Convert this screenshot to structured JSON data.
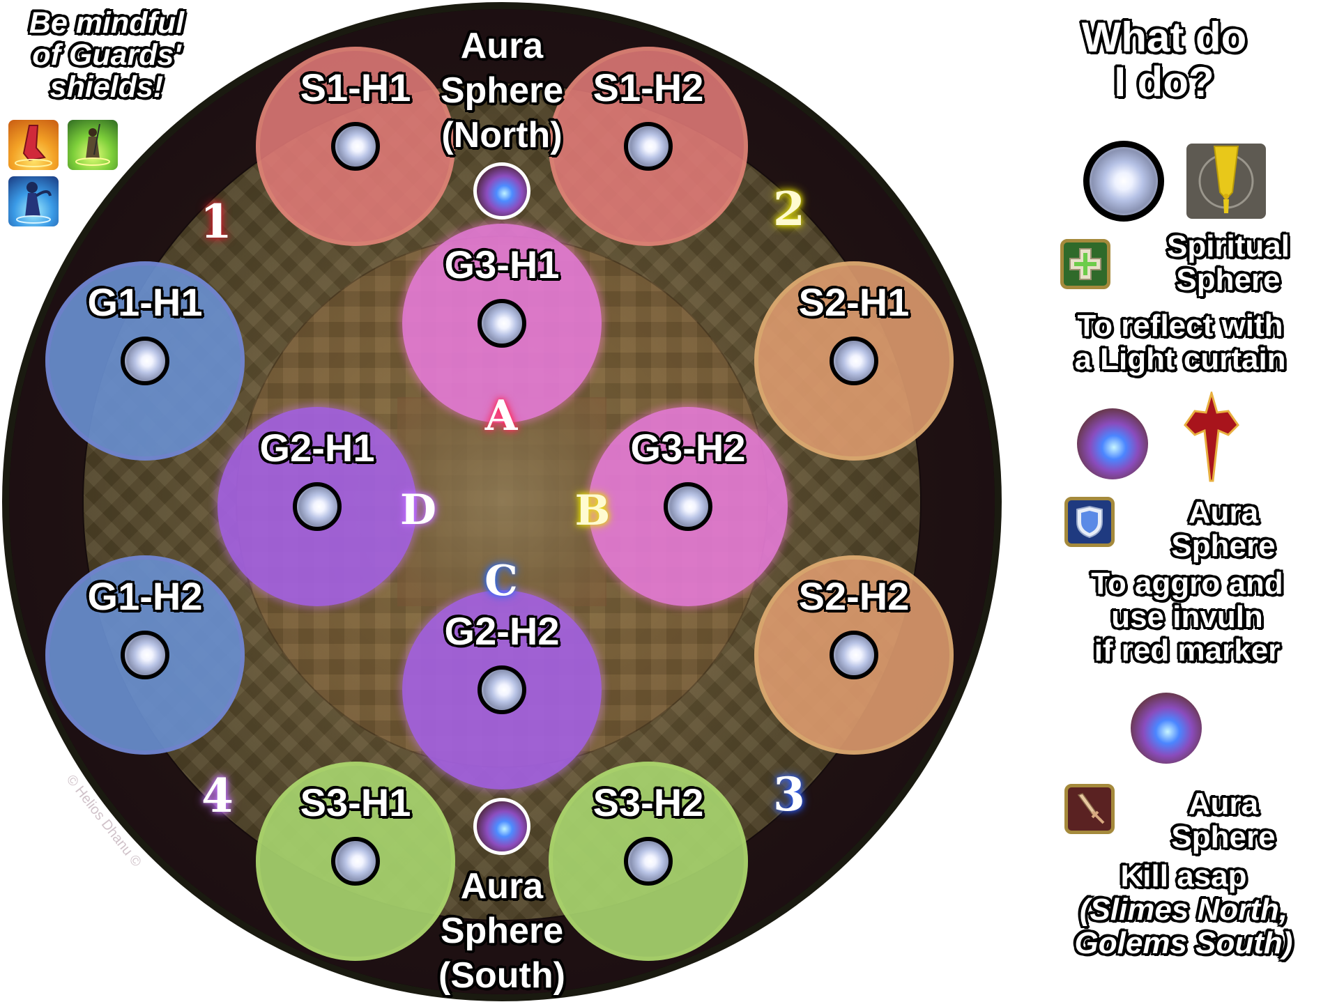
{
  "left_note": {
    "lines": [
      "Be mindful",
      "of Guards'",
      "shields!"
    ],
    "icons": [
      {
        "name": "dancer-shield-icon",
        "color": "#e8871e"
      },
      {
        "name": "green-mage-shield-icon",
        "color": "#6fbf3a"
      },
      {
        "name": "blue-dancer-shield-icon",
        "color": "#2f7fd6"
      }
    ]
  },
  "map": {
    "waymarks": [
      {
        "id": "1",
        "label": "1",
        "glow": "#d21e2e"
      },
      {
        "id": "2",
        "label": "2",
        "glow": "#e6e200"
      },
      {
        "id": "3",
        "label": "3",
        "glow": "#2a5cff"
      },
      {
        "id": "4",
        "label": "4",
        "glow": "#c070ff"
      },
      {
        "id": "A",
        "label": "A",
        "glow": "#ff2a5a"
      },
      {
        "id": "B",
        "label": "B",
        "glow": "#e6e200"
      },
      {
        "id": "C",
        "label": "C",
        "glow": "#2a6cff"
      },
      {
        "id": "D",
        "label": "D",
        "glow": "#c070ff"
      }
    ],
    "zones": [
      {
        "id": "S1-H1",
        "label": "S1-H1",
        "color": "#e07a78"
      },
      {
        "id": "S1-H2",
        "label": "S1-H2",
        "color": "#e07a78"
      },
      {
        "id": "G3-H1",
        "label": "G3-H1",
        "color": "#e27ad6"
      },
      {
        "id": "G1-H1",
        "label": "G1-H1",
        "color": "#6d92cf"
      },
      {
        "id": "S2-H1",
        "label": "S2-H1",
        "color": "#dc9a6e"
      },
      {
        "id": "G2-H1",
        "label": "G2-H1",
        "color": "#a361e0"
      },
      {
        "id": "G3-H2",
        "label": "G3-H2",
        "color": "#e27ad6"
      },
      {
        "id": "G1-H2",
        "label": "G1-H2",
        "color": "#6d92cf"
      },
      {
        "id": "S2-H2",
        "label": "S2-H2",
        "color": "#dc9a6e"
      },
      {
        "id": "G2-H2",
        "label": "G2-H2",
        "color": "#a361e0"
      },
      {
        "id": "S3-H1",
        "label": "S3-H1",
        "color": "#a6d36e"
      },
      {
        "id": "S3-H2",
        "label": "S3-H2",
        "color": "#a6d36e"
      }
    ],
    "aura_north": {
      "lines": [
        "Aura",
        "Sphere",
        "(North)"
      ]
    },
    "aura_south": {
      "lines": [
        "Aura",
        "Sphere",
        "(South)"
      ]
    },
    "watermark": "© Helios Dhanu ©"
  },
  "right_panel": {
    "title_lines": [
      "What do",
      "I do?"
    ],
    "sections": [
      {
        "role": "healer",
        "role_color": "#3a7a2e",
        "name_lines": [
          "Spiritual",
          "Sphere"
        ],
        "desc_lines": [
          "To reflect with",
          "a Light curtain"
        ]
      },
      {
        "role": "tank",
        "role_color": "#2c4a9a",
        "name_lines": [
          "Aura",
          "Sphere"
        ],
        "desc_lines": [
          "To aggro and",
          "use invuln",
          "if red marker"
        ]
      },
      {
        "role": "dps",
        "role_color": "#6a2a28",
        "name_lines": [
          "Aura",
          "Sphere"
        ],
        "desc_lines": [
          "Kill asap",
          "(Slimes North,",
          "Golems South)"
        ]
      }
    ]
  }
}
